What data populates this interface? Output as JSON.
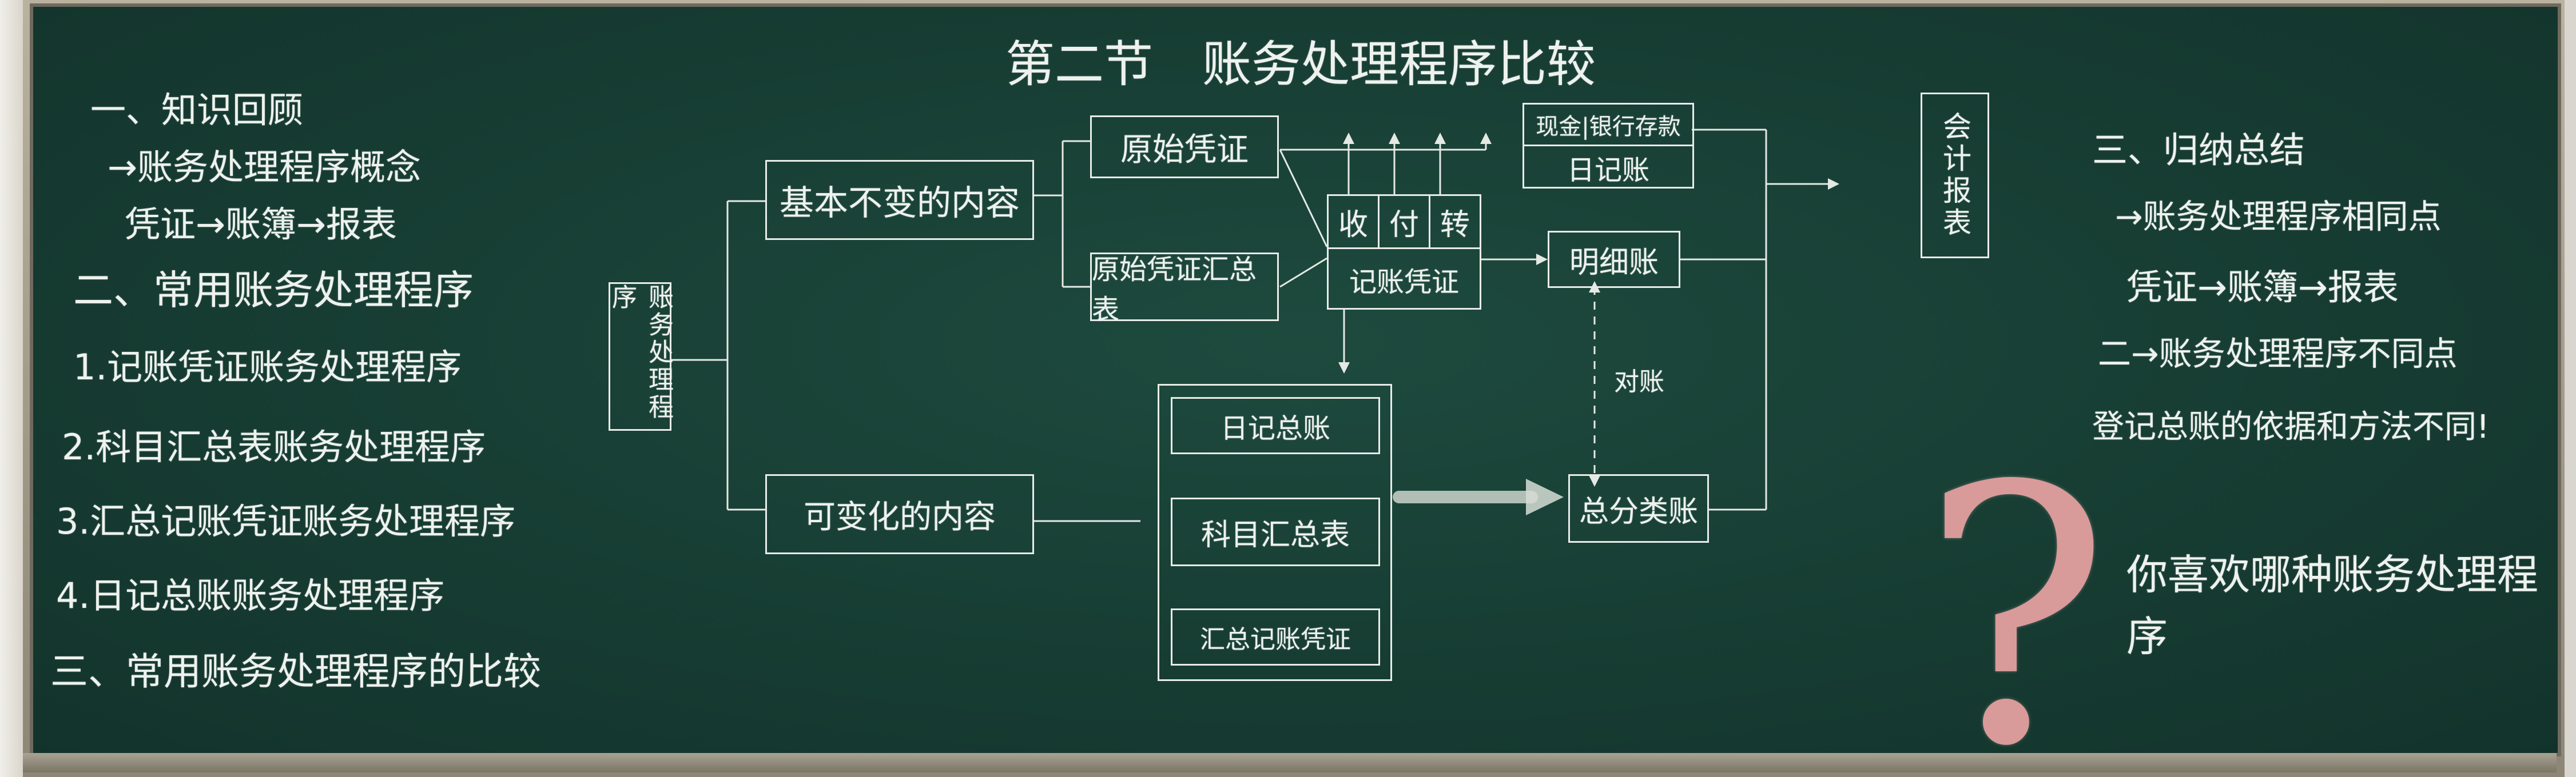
{
  "title": "第二节　账务处理程序比较",
  "left_outline": [
    "一、知识回顾",
    "→账务处理程序概念",
    "凭证→账簿→报表",
    "二、常用账务处理程序",
    "1.记账凭证账务处理程序",
    "2.科目汇总表账务处理程序",
    "3.汇总记账凭证账务处理程序",
    "4.日记总账账务处理程序",
    "三、常用账务处理程序的比较"
  ],
  "diagram": {
    "root": "账务处理程序",
    "unchanged": "基本不变的内容",
    "changeable": "可变化的内容",
    "original_voucher": "原始凭证",
    "original_summary": "原始凭证汇总表",
    "voucher_types": [
      "收",
      "付",
      "转"
    ],
    "voucher_label": "记账凭证",
    "journal_top": "现金|银行存款",
    "journal_bottom": "日记账",
    "detail_ledger": "明细账",
    "general_ledger": "总分类账",
    "reconcile": "对账",
    "reports": "会计报表",
    "variants": [
      "日记总账",
      "科目汇总表",
      "汇总记账凭证"
    ]
  },
  "right_summary": [
    "三、归纳总结",
    "→账务处理程序相同点",
    "凭证→账簿→报表",
    "二→账务处理程序不同点",
    "登记总账的依据和方法不同!"
  ],
  "question": "你喜欢哪种账务处理程序",
  "question_mark": "?"
}
